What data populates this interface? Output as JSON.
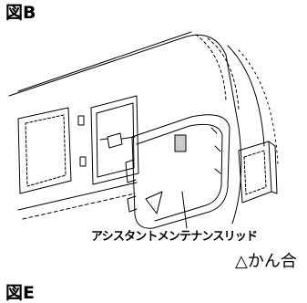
{
  "figure": {
    "title": "図B",
    "callout_label": "アシスタントメンテナンスリッド",
    "callout_sub": "△かん合",
    "next_figure_title": "図E"
  },
  "colors": {
    "line": "#000000",
    "background": "#ffffff",
    "shade": "#cccccc"
  }
}
